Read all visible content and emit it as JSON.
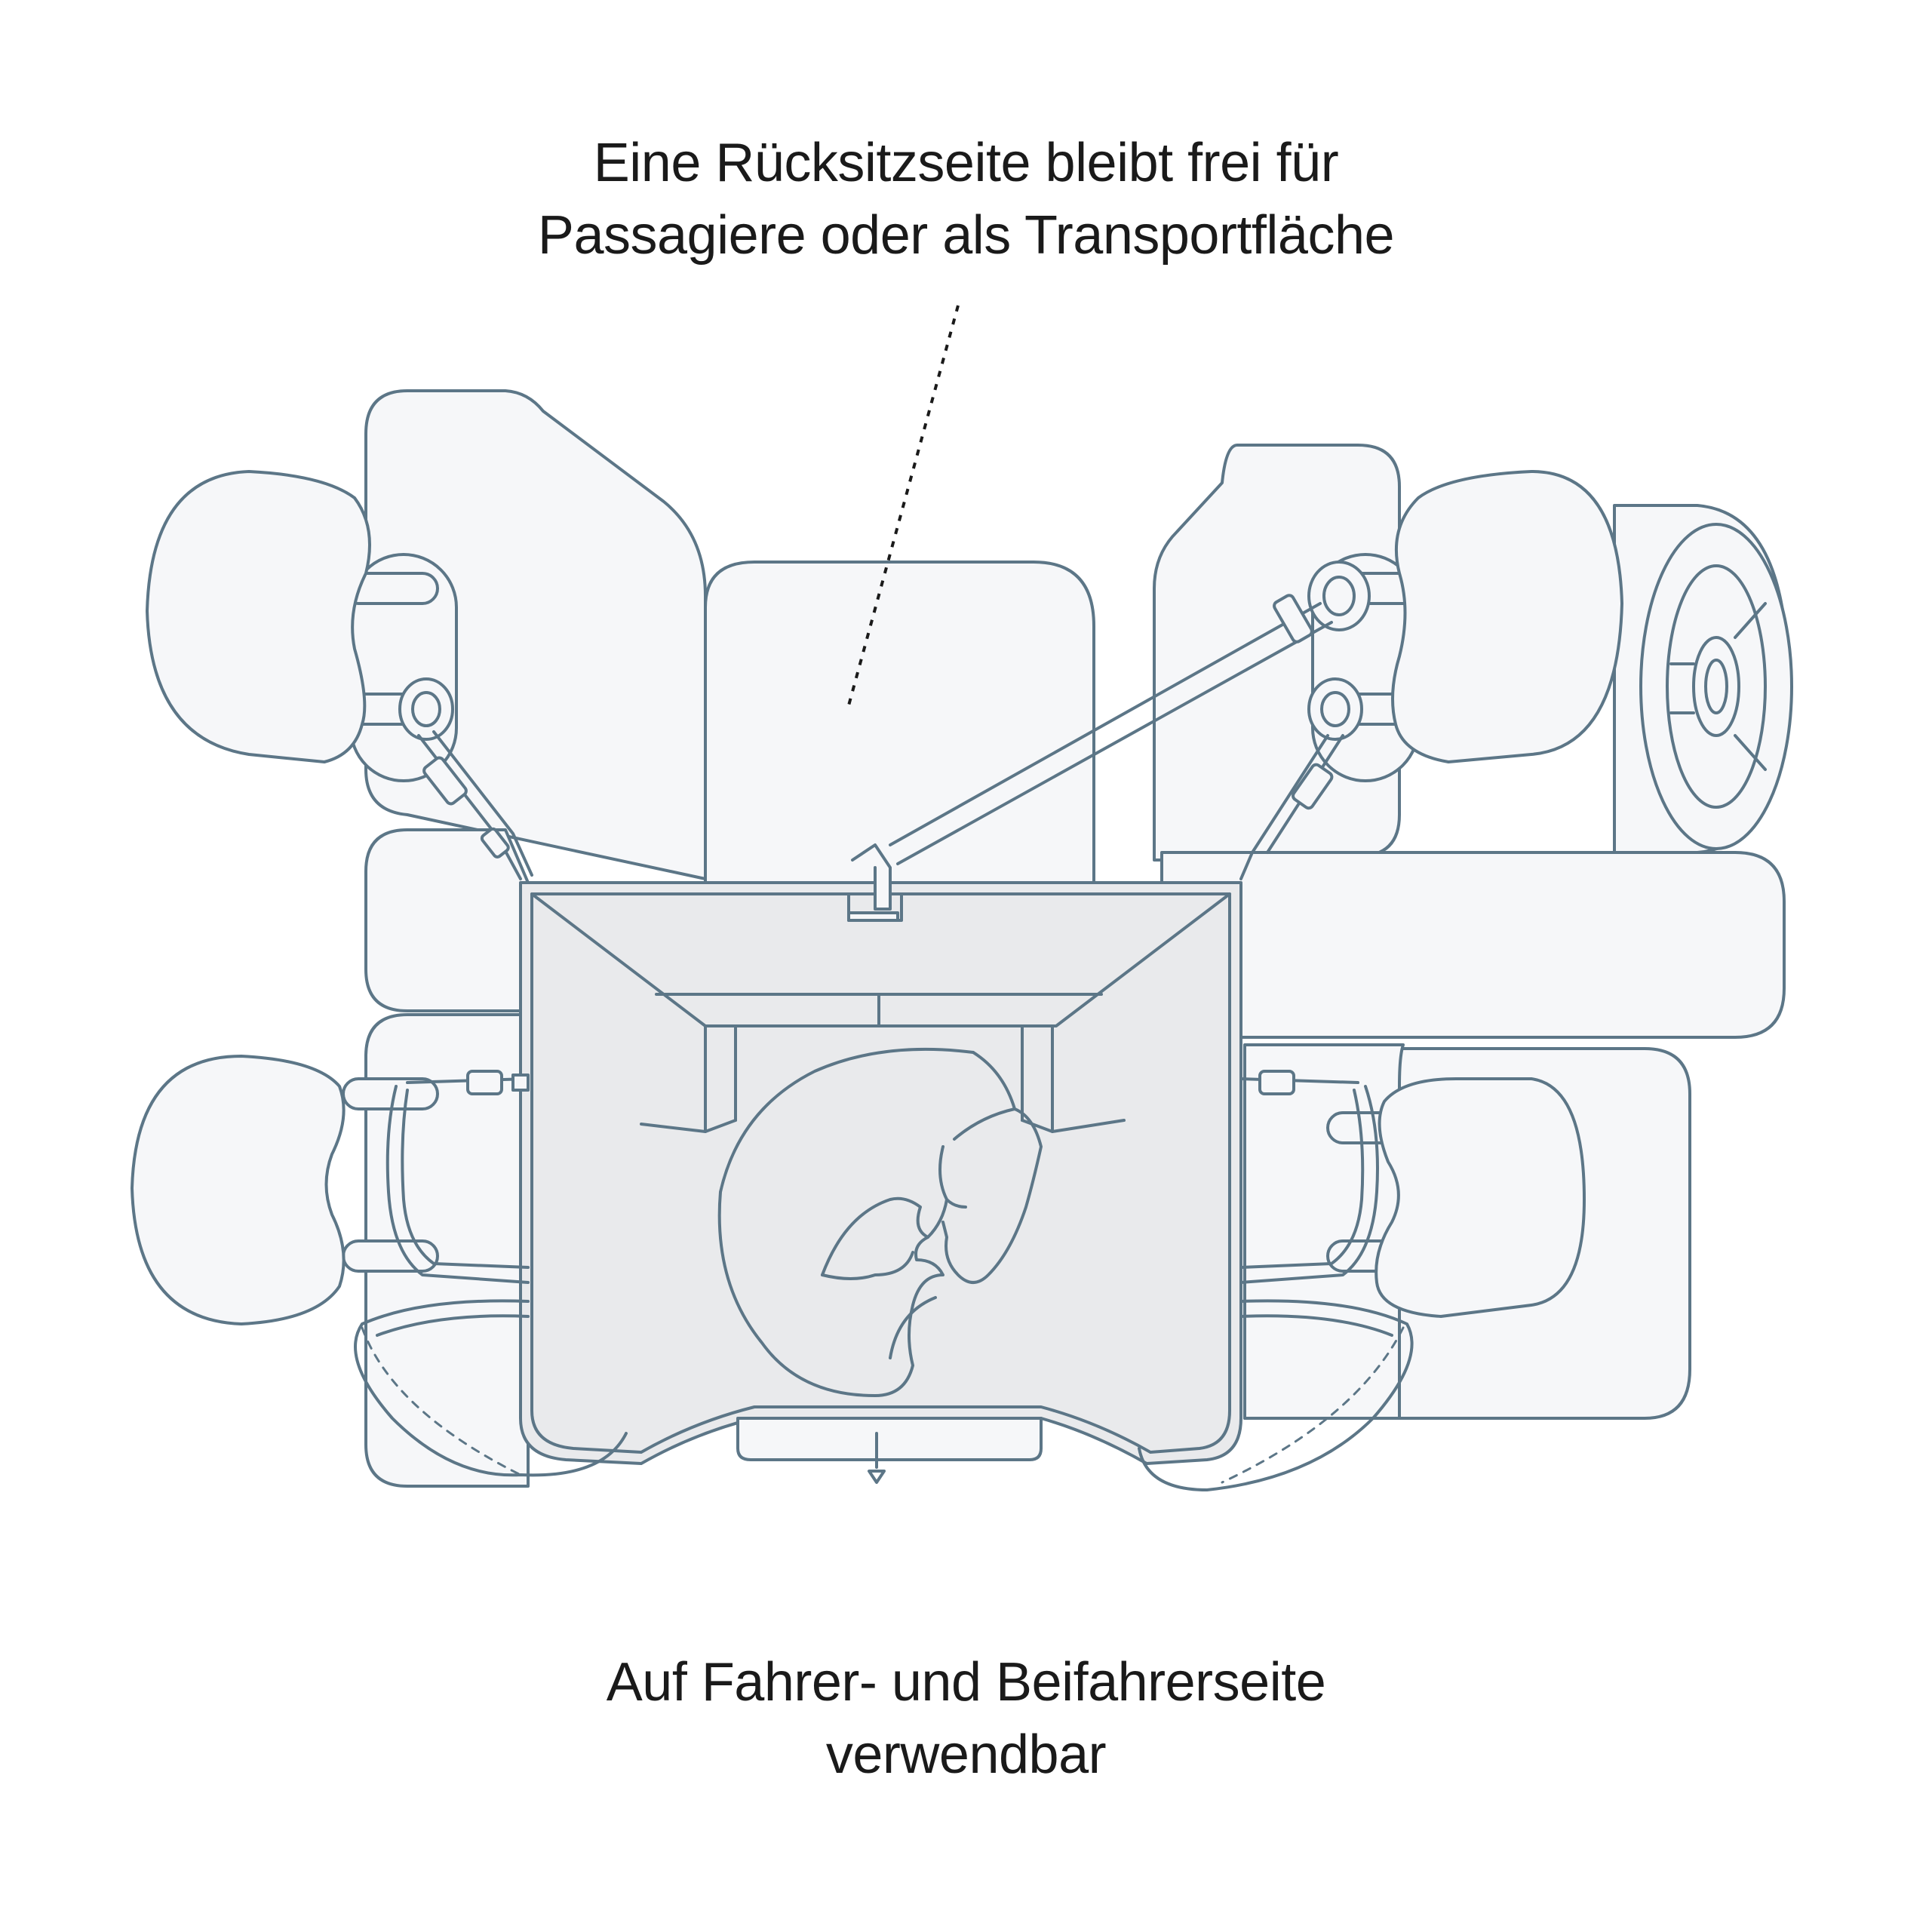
{
  "captions": {
    "top_line1": "Eine Rücksitzseite bleibt frei für",
    "top_line2": "Passagiere oder als Transportfläche",
    "bottom_line1": "Auf Fahrer- und Beifahrerseite",
    "bottom_line2": "verwendbar"
  },
  "colors": {
    "stroke": "#5c7687",
    "seat_fill": "#f6f7f9",
    "cover_fill": "#e9eaec",
    "text": "#1a1a1a"
  },
  "icons": [
    "steering-wheel-icon",
    "dog-illustration"
  ]
}
